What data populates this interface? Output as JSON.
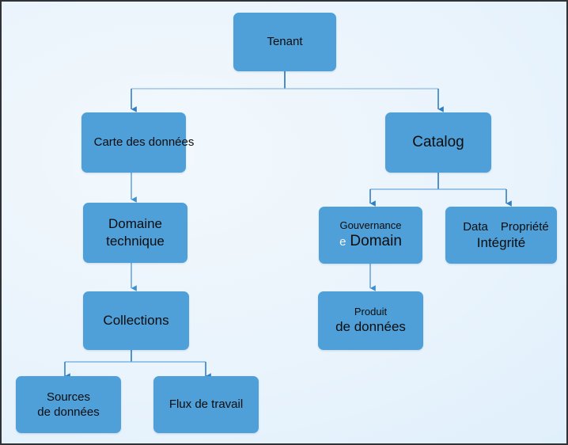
{
  "diagram": {
    "title": "Tenant data architecture hierarchy",
    "colors": {
      "node_fill": "#4f9fd9",
      "connector": "#3f86c6",
      "connector_light": "#7fb6e0",
      "background": "#eaf4fc",
      "text_dark": "#0d0d0d",
      "text_light": "#f2f7fb",
      "border": "#2f3237"
    },
    "nodes": [
      {
        "id": "tenant",
        "label": "Tenant",
        "lines": [
          "Tenant"
        ]
      },
      {
        "id": "carte",
        "label": "Carte des donnees",
        "lines": [
          "Carte des données"
        ]
      },
      {
        "id": "catalog",
        "label": "Catalog",
        "lines": [
          "Catalog"
        ]
      },
      {
        "id": "domaine",
        "label": "Domaine technique",
        "lines": [
          "Domaine",
          "technique"
        ]
      },
      {
        "id": "gouvernance",
        "label": "Gouvernance e Domain",
        "lines": [
          "Gouvernance",
          "e Domain"
        ],
        "line2_parts": [
          {
            "text": "e",
            "color": "light",
            "size": "md"
          },
          {
            "text": "Domain",
            "color": "dark",
            "size": "xl"
          }
        ]
      },
      {
        "id": "data-prop",
        "label": "Data Propriete Integrite",
        "lines": [
          "Data    Propriété",
          "Intégrité"
        ],
        "line1_parts": [
          {
            "text": "Data"
          },
          {
            "text": "Propriété"
          }
        ],
        "line2_text": "Intégrité"
      },
      {
        "id": "collections",
        "label": "Collections",
        "lines": [
          "Collections"
        ]
      },
      {
        "id": "produit",
        "label": "Produit de donnees",
        "lines": [
          "Produit",
          "de données"
        ]
      },
      {
        "id": "sources",
        "label": "Sources de donnees",
        "lines": [
          "Sources",
          "de données"
        ]
      },
      {
        "id": "flux",
        "label": "Flux de travail",
        "lines": [
          "Flux de travail"
        ]
      }
    ],
    "edges": [
      {
        "from": "tenant",
        "to": "carte"
      },
      {
        "from": "tenant",
        "to": "catalog"
      },
      {
        "from": "carte",
        "to": "domaine"
      },
      {
        "from": "domaine",
        "to": "collections"
      },
      {
        "from": "collections",
        "to": "sources"
      },
      {
        "from": "collections",
        "to": "flux"
      },
      {
        "from": "catalog",
        "to": "gouvernance"
      },
      {
        "from": "catalog",
        "to": "data-prop"
      },
      {
        "from": "gouvernance",
        "to": "produit"
      }
    ]
  }
}
